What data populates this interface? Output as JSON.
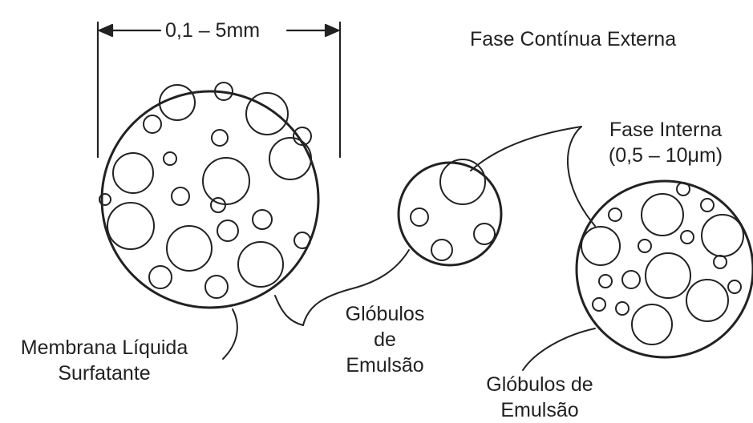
{
  "labels": {
    "dimension": "0,1 – 5mm",
    "external_phase": "Fase Contínua Externa",
    "internal_phase_line1": "Fase Interna",
    "internal_phase_line2": "(0,5 – 10μm)",
    "membrane_line1": "Membrana Líquida",
    "membrane_line2": "Surfatante",
    "emulsion_a_line1": "Glóbulos",
    "emulsion_a_line2": "de",
    "emulsion_a_line3": "Emulsão",
    "emulsion_b_line1": "Glóbulos de",
    "emulsion_b_line2": "Emulsão"
  },
  "colors": {
    "ink": "#222222",
    "background": "#ffffff"
  }
}
